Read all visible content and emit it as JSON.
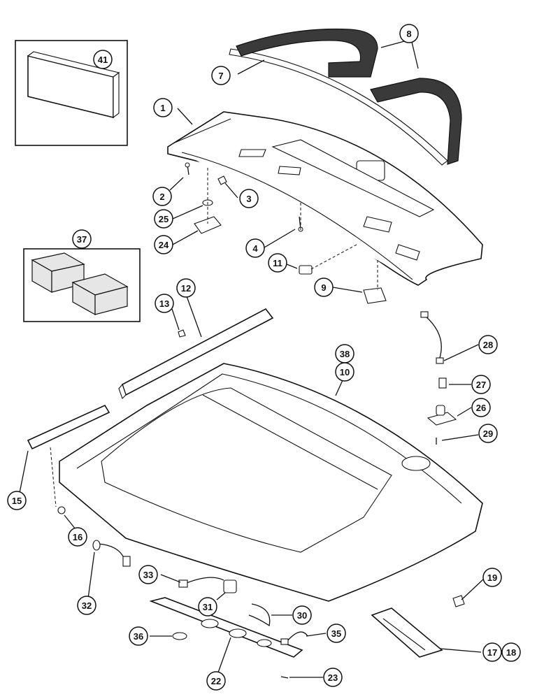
{
  "callouts": [
    {
      "id": "c41",
      "label": "41"
    },
    {
      "id": "c7",
      "label": "7"
    },
    {
      "id": "c8",
      "label": "8"
    },
    {
      "id": "c1",
      "label": "1"
    },
    {
      "id": "c2",
      "label": "2"
    },
    {
      "id": "c3",
      "label": "3"
    },
    {
      "id": "c25",
      "label": "25"
    },
    {
      "id": "c24",
      "label": "24"
    },
    {
      "id": "c4",
      "label": "4"
    },
    {
      "id": "c37",
      "label": "37"
    },
    {
      "id": "c11",
      "label": "11"
    },
    {
      "id": "c9",
      "label": "9"
    },
    {
      "id": "c13",
      "label": "13"
    },
    {
      "id": "c12",
      "label": "12"
    },
    {
      "id": "c28",
      "label": "28"
    },
    {
      "id": "c38",
      "label": "38"
    },
    {
      "id": "c10",
      "label": "10"
    },
    {
      "id": "c27",
      "label": "27"
    },
    {
      "id": "c26",
      "label": "26"
    },
    {
      "id": "c29",
      "label": "29"
    },
    {
      "id": "c15",
      "label": "15"
    },
    {
      "id": "c16",
      "label": "16"
    },
    {
      "id": "c32",
      "label": "32"
    },
    {
      "id": "c33",
      "label": "33"
    },
    {
      "id": "c31",
      "label": "31"
    },
    {
      "id": "c19",
      "label": "19"
    },
    {
      "id": "c30",
      "label": "30"
    },
    {
      "id": "c36",
      "label": "36"
    },
    {
      "id": "c35",
      "label": "35"
    },
    {
      "id": "c17",
      "label": "17"
    },
    {
      "id": "c18",
      "label": "18"
    },
    {
      "id": "c22",
      "label": "22"
    },
    {
      "id": "c23",
      "label": "23"
    }
  ]
}
